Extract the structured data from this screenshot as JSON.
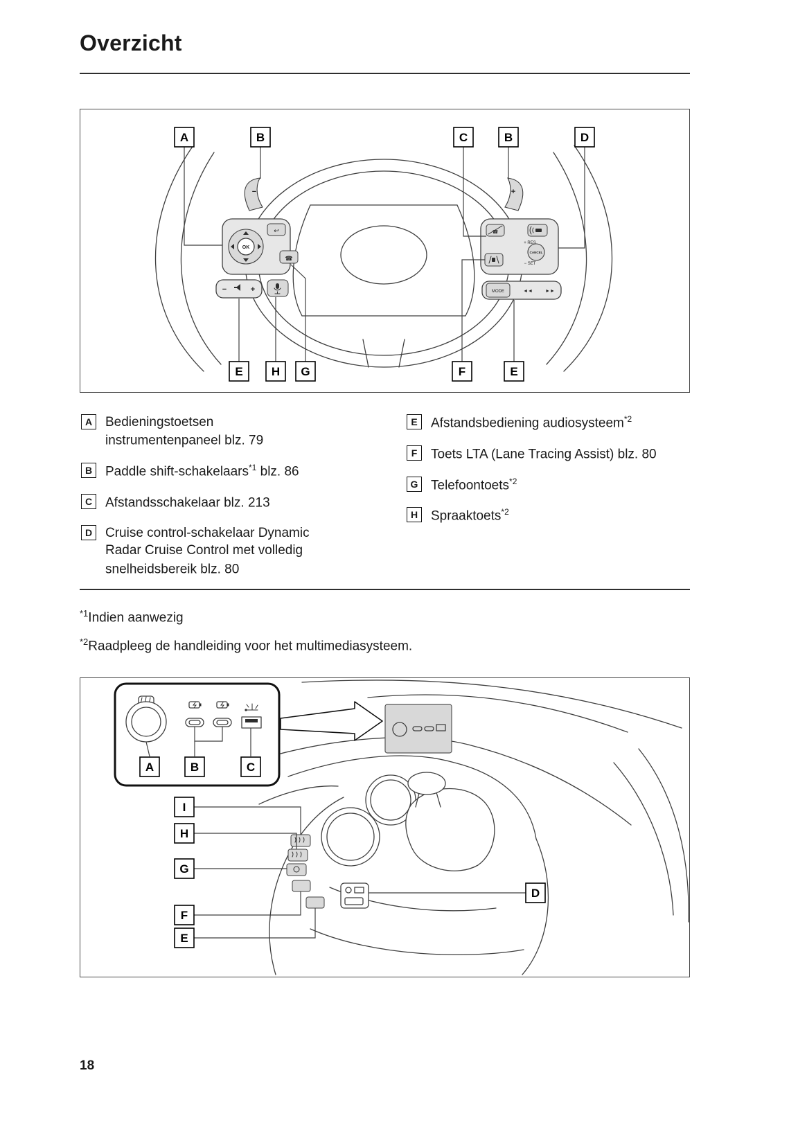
{
  "page": {
    "title": "Overzicht",
    "number": "18"
  },
  "figure1": {
    "callouts_top": [
      "A",
      "B",
      "C",
      "B",
      "D"
    ],
    "callouts_bottom": [
      "E",
      "H",
      "G",
      "F",
      "E"
    ],
    "labels": {
      "paddle_left": "−",
      "paddle_right": "+",
      "ok": "OK",
      "mode": "MODE",
      "res": "+ RES",
      "set": "− SET",
      "cancel": "CANCEL"
    }
  },
  "figure2": {
    "inset_callouts": [
      "A",
      "B",
      "C"
    ],
    "left_callouts": [
      "I",
      "H",
      "G",
      "F",
      "E"
    ],
    "right_callout": "D"
  },
  "legend_left": [
    {
      "key": "A",
      "text": "Bedieningstoetsen instrumentenpaneel blz. 79",
      "sup": "",
      "tail": ""
    },
    {
      "key": "B",
      "text": "Paddle shift-schakelaars",
      "sup": "*1",
      "tail": " blz. 86"
    },
    {
      "key": "C",
      "text": "Afstandsschakelaar blz. 213",
      "sup": "",
      "tail": ""
    },
    {
      "key": "D",
      "text": "Cruise control-schakelaar Dynamic Radar Cruise Control met volledig snelheidsbereik blz. 80",
      "sup": "",
      "tail": ""
    }
  ],
  "legend_right": [
    {
      "key": "E",
      "text": "Afstandsbediening audiosysteem",
      "sup": "*2",
      "tail": ""
    },
    {
      "key": "F",
      "text": "Toets LTA (Lane Tracing Assist) blz. 80",
      "sup": "",
      "tail": ""
    },
    {
      "key": "G",
      "text": "Telefoontoets",
      "sup": "*2",
      "tail": ""
    },
    {
      "key": "H",
      "text": "Spraaktoets",
      "sup": "*2",
      "tail": ""
    }
  ],
  "footnotes": [
    {
      "sup": "*1",
      "text": "Indien aanwezig"
    },
    {
      "sup": "*2",
      "text": "Raadpleeg de handleiding voor het multimediasysteem."
    }
  ],
  "icons": {
    "phone": "☎",
    "back_arrow": "↩",
    "minus": "−",
    "plus": "+",
    "track_prev": "◄◄",
    "track_next": "►►"
  }
}
